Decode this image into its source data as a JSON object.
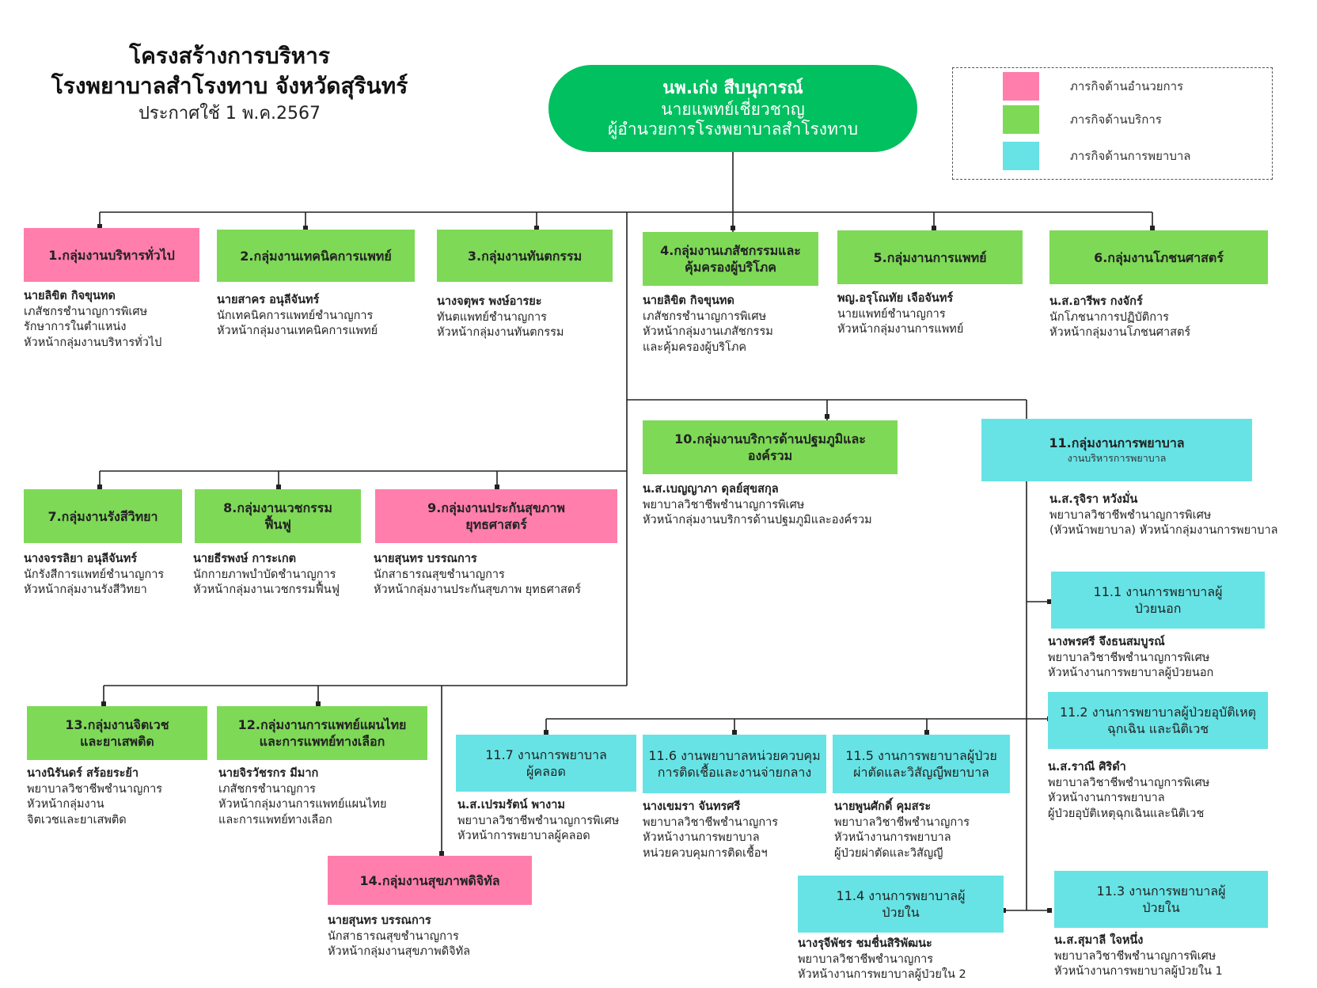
{
  "title": {
    "line1": "โครงสร้างการบริหาร",
    "line2": "โรงพยาบาลสำโรงทาบ จังหวัดสุรินทร์",
    "line3": "ประกาศใช้ 1 พ.ค.2567"
  },
  "director": {
    "name": "นพ.เก่ง สืบนุการณ์",
    "position": "นายแพทย์เชี่ยวชาญ",
    "role": "ผู้อำนวยการโรงพยาบาลสำโรงทาบ"
  },
  "legend": [
    {
      "label": "ภารกิจด้านอำนวยการ",
      "color": "#ff7eac"
    },
    {
      "label": "ภารกิจด้านบริการ",
      "color": "#7ed957"
    },
    {
      "label": "ภารกิจด้านการพยาบาล",
      "color": "#67e3e5"
    }
  ],
  "units": {
    "u1": {
      "title": "1.กลุ่มงานบริหารทั่วไป",
      "person": "นายลิขิต กิจขุนทด",
      "lines": [
        "เภสัชกรชำนาญการพิเศษ",
        "รักษาการในตำแหน่ง",
        "หัวหน้ากลุ่มงานบริหารทั่วไป"
      ]
    },
    "u2": {
      "title": "2.กลุ่มงานเทคนิคการแพทย์",
      "person": "นายสาคร อนุลีจันทร์",
      "lines": [
        "นักเทคนิคการแพทย์ชำนาญการ",
        "หัวหน้ากลุ่มงานเทคนิคการแพทย์"
      ]
    },
    "u3": {
      "title": "3.กลุ่มงานทันตกรรม",
      "person": "นางจตุพร พงษ์อารยะ",
      "lines": [
        "ทันตแพทย์ชำนาญการ",
        "หัวหน้ากลุ่มงานทันตกรรม"
      ]
    },
    "u4": {
      "title": "4.กลุ่มงานเภสัชกรรมและคุ้มครองผู้บริโภค",
      "person": "นายลิขิต กิจขุนทด",
      "lines": [
        "เภสัชกรชำนาญการพิเศษ",
        "หัวหน้ากลุ่มงานเภสัชกรรม",
        "และคุ้มครองผู้บริโภค"
      ]
    },
    "u5": {
      "title": "5.กลุ่มงานการแพทย์",
      "person": "พญ.อรุโณทัย เจือจันทร์",
      "lines": [
        "นายแพทย์ชำนาญการ",
        "หัวหน้ากลุ่มงานการแพทย์"
      ]
    },
    "u6": {
      "title": "6.กลุ่มงานโภชนศาสตร์",
      "person": "น.ส.อารีพร กงจักร์",
      "lines": [
        "นักโภชนาการปฏิบัติการ",
        "หัวหน้ากลุ่มงานโภชนศาสตร์"
      ]
    },
    "u7": {
      "title": "7.กลุ่มงานรังสีวิทยา",
      "person": "นางจรรลิยา อนุลีจันทร์",
      "lines": [
        "นักรังสีการแพทย์ชำนาญการ",
        "หัวหน้ากลุ่มงานรังสีวิทยา"
      ]
    },
    "u8": {
      "title": "8.กลุ่มงานเวชกรรมฟื้นฟู",
      "person": "นายธีรพงษ์ การะเกต",
      "lines": [
        "นักกายภาพบำบัดชำนาญการ",
        "หัวหน้ากลุ่มงานเวชกรรมฟื้นฟู"
      ]
    },
    "u9": {
      "title": "9.กลุ่มงานประกันสุขภาพยุทธศาสตร์",
      "person": "นายสุนทร บรรณการ",
      "lines": [
        "นักสาธารณสุขชำนาญการ",
        "หัวหน้ากลุ่มงานประกันสุขภาพ ยุทธศาสตร์"
      ]
    },
    "u10": {
      "title": "10.กลุ่มงานบริการด้านปฐมภูมิและองค์รวม",
      "person": "น.ส.เบญญาภา ดุลย์สุขสกุล",
      "lines": [
        "พยาบาลวิชาชีพชำนาญการพิเศษ",
        "หัวหน้ากลุ่มงานบริการด้านปฐมภูมิและองค์รวม"
      ]
    },
    "u11": {
      "title": "11.กลุ่มงานการพยาบาล",
      "subtitle": "งานบริหารการพยาบาล",
      "person": "น.ส.รุจิรา หวังมั่น",
      "lines": [
        "พยาบาลวิชาชีพชำนาญการพิเศษ",
        "(หัวหน้าพยาบาล) หัวหน้ากลุ่มงานการพยาบาล"
      ]
    },
    "u12": {
      "title": "12.กลุ่มงานการแพทย์แผนไทยและการแพทย์ทางเลือก",
      "person": "นายจิรวัชรกร มีมาก",
      "lines": [
        "เภสัชกรชำนาญการ",
        "หัวหน้ากลุ่มงานการแพทย์แผนไทย",
        "และการแพทย์ทางเลือก"
      ]
    },
    "u13": {
      "title": "13.กลุ่มงานจิตเวชและยาเสพติด",
      "person": "นางนิรันดร์ สร้อยระย้า",
      "lines": [
        "พยาบาลวิชาชีพชำนาญการ",
        "หัวหน้ากลุ่มงาน",
        "จิตเวชและยาเสพติด"
      ]
    },
    "u14": {
      "title": "14.กลุ่มงานสุขภาพดิจิทัล",
      "person": "นายสุนทร บรรณการ",
      "lines": [
        "นักสาธารณสุขชำนาญการ",
        "หัวหน้ากลุ่มงานสุขภาพดิจิทัล"
      ]
    },
    "s111": {
      "title": "11.1 งานการพยาบาลผู้ป่วยนอก",
      "person": "นางพรศรี จึงธนสมบูรณ์",
      "lines": [
        "พยาบาลวิชาชีพชำนาญการพิเศษ",
        "หัวหน้างานการพยาบาลผู้ป่วยนอก"
      ]
    },
    "s112": {
      "title": "11.2 งานการพยาบาลผู้ป่วยอุบัติเหตุฉุกเฉิน และนิติเวช",
      "person": "น.ส.ราณี ศิริดำ",
      "lines": [
        "พยาบาลวิชาชีพชำนาญการพิเศษ",
        "หัวหน้างานการพยาบาล",
        "ผู้ป่วยอุบัติเหตุฉุกเฉินและนิติเวช"
      ]
    },
    "s113": {
      "title": "11.3 งานการพยาบาลผู้ป่วยใน",
      "person": "น.ส.สุมาลี ใจหนึ่ง",
      "lines": [
        "พยาบาลวิชาชีพชำนาญการพิเศษ",
        "หัวหน้างานการพยาบาลผู้ป่วยใน 1"
      ]
    },
    "s114": {
      "title": "11.4 งานการพยาบาลผู้ป่วยใน",
      "person": "นางรุจีพัชร ชมชื่นสิริพัฒนะ",
      "lines": [
        "พยาบาลวิชาชีพชำนาญการ",
        "หัวหน้างานการพยาบาลผู้ป่วยใน 2"
      ]
    },
    "s115": {
      "title": "11.5 งานการพยาบาลผู้ป่วยผ่าตัดและวิสัญญีพยาบาล",
      "person": "นายพูนศักดิ์ คุมสระ",
      "lines": [
        "พยาบาลวิชาชีพชำนาญการ",
        "หัวหน้างานการพยาบาล",
        "ผู้ป่วยผ่าตัดและวิสัญญี"
      ]
    },
    "s116": {
      "title": "11.6 งานพยาบาลหน่วยควบคุมการติดเชื้อและงานจ่ายกลาง",
      "person": "นางเขมรา จันทรศรี",
      "lines": [
        "พยาบาลวิชาชีพชำนาญการ",
        "หัวหน้างานการพยาบาล",
        "หน่วยควบคุมการติดเชื้อฯ"
      ]
    },
    "s117": {
      "title": "11.7 งานการพยาบาลผู้คลอด",
      "person": "น.ส.เปรมรัตน์ พางาม",
      "lines": [
        "พยาบาลวิชาชีพชำนาญการพิเศษ",
        "หัวหน้าการพยาบาลผู้คลอด"
      ]
    }
  }
}
